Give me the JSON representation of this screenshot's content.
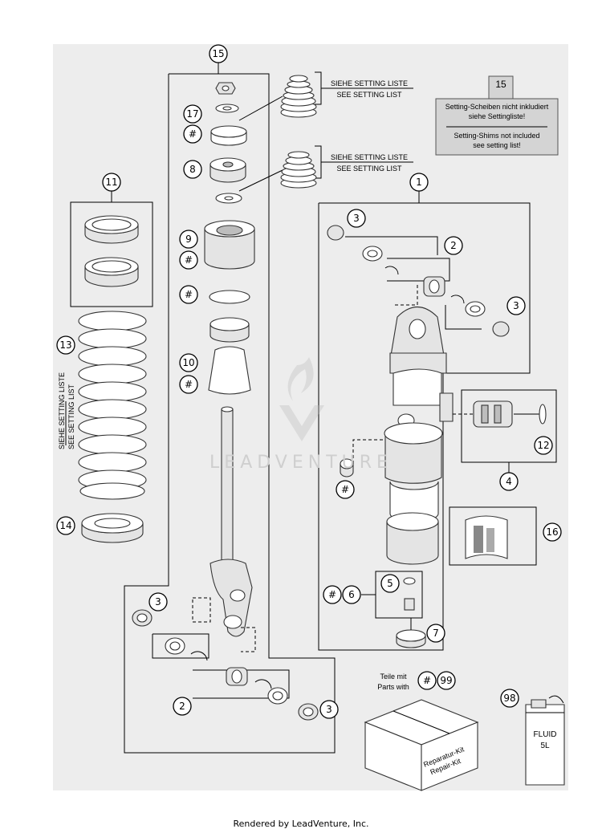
{
  "setting_list": {
    "de": "SIEHE SETTING LISTE",
    "en": "SEE SETTING LIST"
  },
  "note_box": {
    "callout": "15",
    "de_line1": "Setting-Scheiben nicht inkludiert",
    "de_line2": "siehe Settingliste!",
    "en_line1": "Setting-Shims not included",
    "en_line2": "see setting list!"
  },
  "parts_with": {
    "de": "Teile mit",
    "en": "Parts with",
    "hash": "#",
    "number": "99"
  },
  "repair_kit": {
    "de": "Reparatur-Kit",
    "en": "Repair-Kit"
  },
  "fluid_can": {
    "line1": "FLUID",
    "line2": "5L"
  },
  "watermark": "LEADVENTURE",
  "callouts": {
    "c15_top": "15",
    "c17": "17",
    "hash_a": "#",
    "c8": "8",
    "c9": "9",
    "hash_b": "#",
    "hash_c": "#",
    "c10": "10",
    "hash_d": "#",
    "c11": "11",
    "c13": "13",
    "c14": "14",
    "c1": "1",
    "c3_a": "3",
    "c2_a": "2",
    "c3_b": "3",
    "c12": "12",
    "c4": "4",
    "hash_e": "#",
    "c16": "16",
    "c5": "5",
    "hash_f": "#",
    "c6": "6",
    "c7": "7",
    "c3_c": "3",
    "c2_b": "2",
    "c3_d": "3",
    "c98": "98"
  },
  "footer": "Rendered by LeadVenture, Inc."
}
